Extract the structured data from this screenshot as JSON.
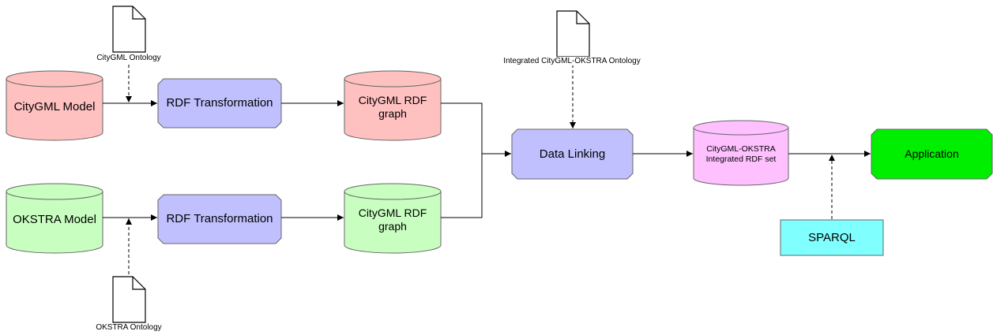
{
  "nodes": {
    "citygml_model": "CityGML Model",
    "okstra_model": "OKSTRA Model",
    "rdf_transform_top": "RDF Transformation",
    "rdf_transform_bottom": "RDF Transformation",
    "rdf_graph_top": "CityGML RDF\ngraph",
    "rdf_graph_bottom": "CityGML RDF\ngraph",
    "data_linking": "Data Linking",
    "integrated_set": "CityGML-OKSTRA\nIntegrated RDF set",
    "application": "Application",
    "sparql": "SPARQL"
  },
  "documents": {
    "citygml_ontology": "CityGML Ontology",
    "okstra_ontology": "OKSTRA Ontology",
    "integrated_ontology": "Integrated CityGML-OKSTRA Ontology"
  },
  "colors": {
    "citygml_red": "#ffc0c0",
    "okstra_green": "#c8ffc0",
    "process_blue": "#c0c0ff",
    "integrated_pink": "#ffc0ff",
    "application_green": "#00ee00",
    "sparql_cyan": "#80ffff"
  }
}
